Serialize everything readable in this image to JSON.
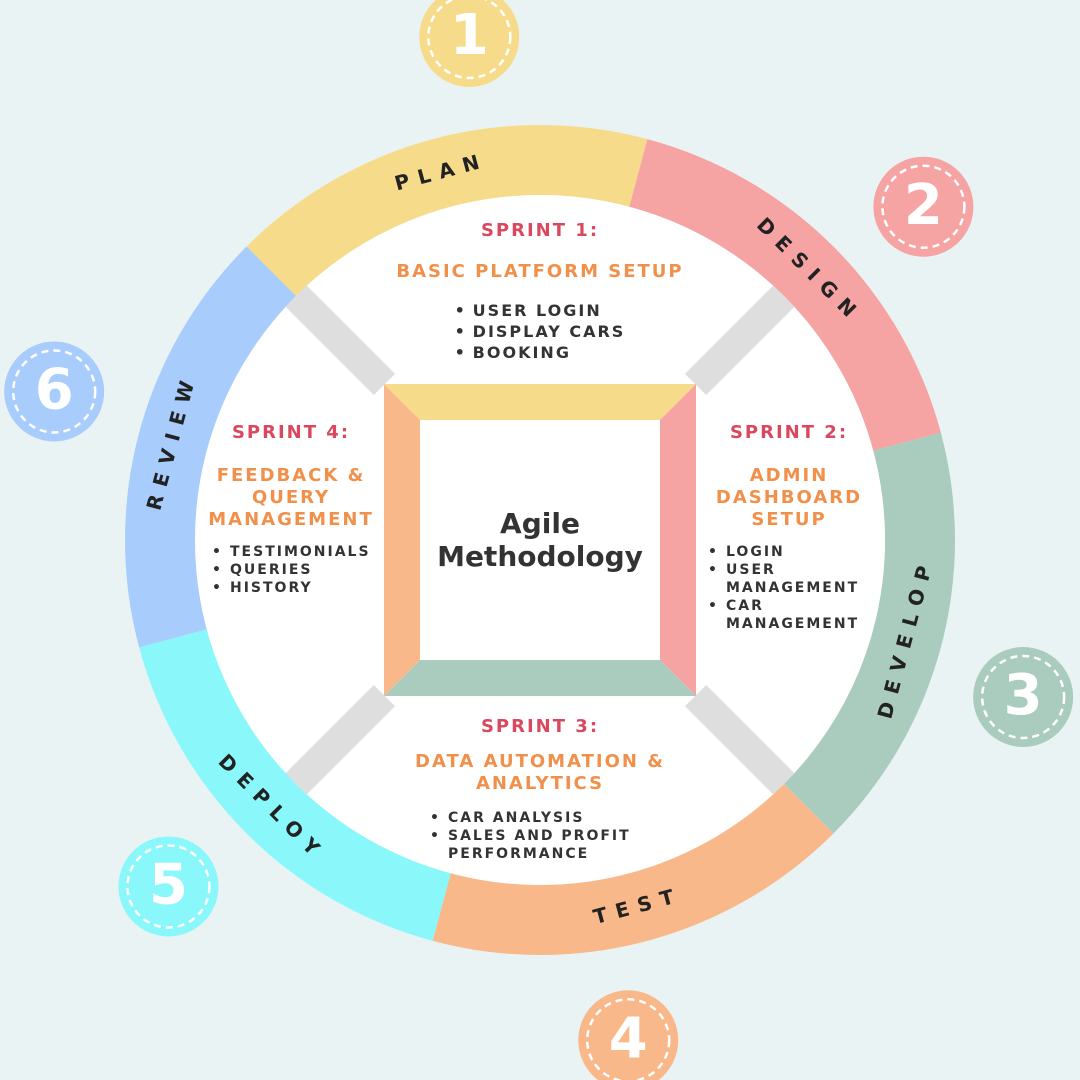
{
  "center": {
    "title": "Agile Methodology"
  },
  "phases": [
    {
      "label": "PLAN",
      "number": "1",
      "color": "#f6dc8a"
    },
    {
      "label": "DESIGN",
      "number": "2",
      "color": "#f6a3a3"
    },
    {
      "label": "DEVELOP",
      "number": "3",
      "color": "#a9ccbf"
    },
    {
      "label": "TEST",
      "number": "4",
      "color": "#f9b88a"
    },
    {
      "label": "DEPLOY",
      "number": "5",
      "color": "#8af8fb"
    },
    {
      "label": "REVIEW",
      "number": "6",
      "color": "#a8ccfc"
    }
  ],
  "sprints": [
    {
      "title": "SPRINT 1:",
      "subtitle": "BASIC PLATFORM SETUP",
      "items": [
        "USER LOGIN",
        "DISPLAY CARS",
        "BOOKING"
      ]
    },
    {
      "title": "SPRINT 2:",
      "subtitle": "ADMIN DASHBOARD SETUP",
      "items": [
        "LOGIN",
        "USER MANAGEMENT",
        "CAR MANAGEMENT"
      ]
    },
    {
      "title": "SPRINT 3:",
      "subtitle": "DATA AUTOMATION & ANALYTICS",
      "items": [
        "CAR ANALYSIS",
        "SALES AND PROFIT PERFORMANCE"
      ]
    },
    {
      "title": "SPRINT 4:",
      "subtitle": "FEEDBACK & QUERY MANAGEMENT",
      "items": [
        "TESTIMONIALS",
        "QUERIES",
        "HISTORY"
      ]
    }
  ],
  "colors": {
    "background": "#eaf3f4",
    "panel": "#ffffff",
    "sprint_title": "#d9485f",
    "sprint_subtitle": "#f0904a",
    "frame_top": "#f6dc8a",
    "frame_right": "#f6a3a3",
    "frame_bottom": "#a9ccbf",
    "frame_left": "#f9b88a"
  }
}
